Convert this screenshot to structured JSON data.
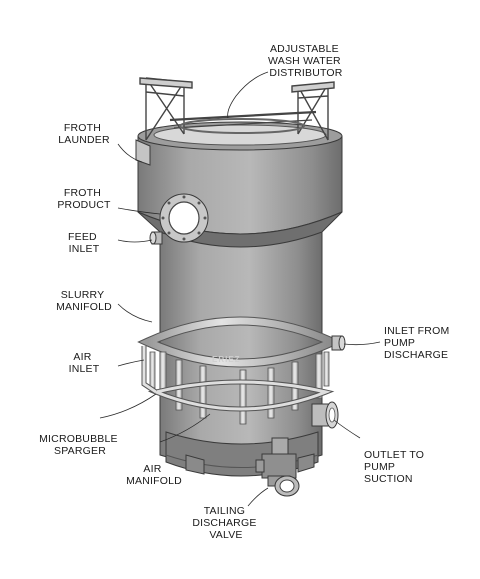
{
  "labels": {
    "wash_water": [
      "ADJUSTABLE",
      "WASH WATER",
      "DISTRIBUTOR"
    ],
    "froth_launder": [
      "FROTH",
      "LAUNDER"
    ],
    "froth_product": [
      "FROTH",
      "PRODUCT"
    ],
    "feed_inlet": [
      "FEED",
      "INLET"
    ],
    "slurry_manifold": [
      "SLURRY",
      "MANIFOLD"
    ],
    "air_inlet": [
      "AIR",
      "INLET"
    ],
    "microbubble_sparger": [
      "MICROBUBBLE",
      "SPARGER"
    ],
    "air_manifold": [
      "AIR",
      "MANIFOLD"
    ],
    "tailing_valve": [
      "TAILING",
      "DISCHARGE",
      "VALVE"
    ],
    "inlet_pump": [
      "INLET FROM",
      "PUMP",
      "DISCHARGE"
    ],
    "outlet_pump": [
      "OUTLET TO",
      "PUMP",
      "SUCTION"
    ]
  },
  "brand_mark": "ERIEZ"
}
